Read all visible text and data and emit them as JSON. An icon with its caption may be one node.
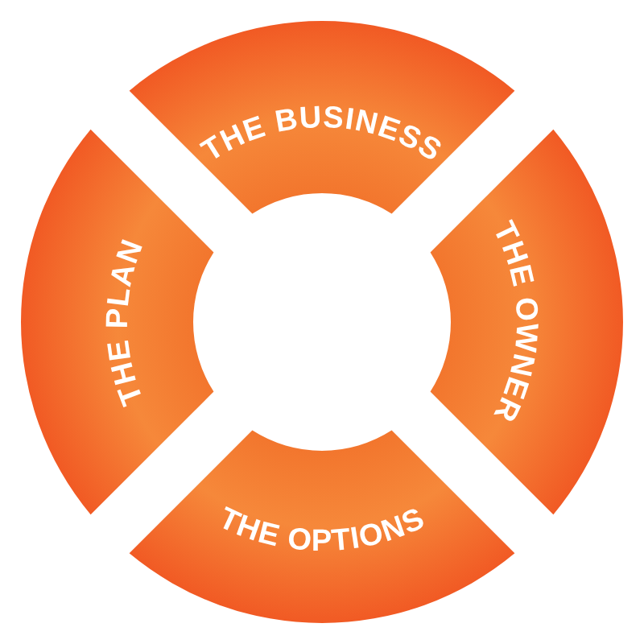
{
  "diagram": {
    "nodes": [
      {
        "text": [
          "THE BUSINESS"
        ]
      },
      {
        "text": [
          "THE OWNER"
        ]
      },
      {
        "text": [
          "THE OPTIONS"
        ]
      },
      {
        "text": [
          "THE PLAN"
        ]
      }
    ]
  }
}
